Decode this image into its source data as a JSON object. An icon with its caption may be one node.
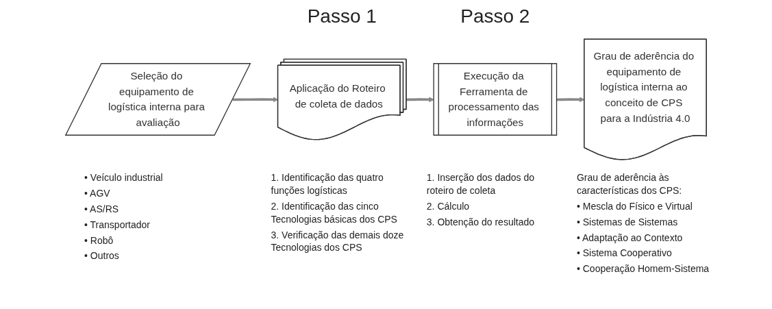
{
  "diagram": {
    "nodes": [
      {
        "text": [
          "Seleção do equipamento de logística interna para avaliação"
        ],
        "beside": [
          "• Veículo industrial",
          "• AGV",
          "• AS/RS",
          "• Transportador",
          "• Robô",
          "• Outros"
        ]
      },
      {
        "text": [
          "Aplicação do Roteiro de coleta de dados"
        ],
        "beside": [
          "1. Identificação das quatro funções logísticas",
          "2. Identificação das cinco Tecnologias básicas dos CPS",
          "3. Verificação das demais doze Tecnologias dos CPS"
        ]
      },
      {
        "text": [
          "Execução da Ferramenta de processamento das informações"
        ],
        "beside": [
          "1. Inserção dos dados do roteiro de coleta",
          "2. Cálculo",
          "3. Obtenção do resultado"
        ]
      },
      {
        "text": [
          "Grau de aderência do equipamento de logística interna ao conceito de CPS para a Indústria 4.0"
        ],
        "beside": [
          "Grau de aderência às características dos CPS:",
          "• Mescla do Físico e Virtual",
          "• Sistemas de Sistemas",
          "• Adaptação ao Contexto",
          "• Sistema Cooperativo",
          "• Cooperação Homem-Sistema"
        ]
      }
    ],
    "edges": [
      {
        "from": 0,
        "to": 1,
        "arrow": "to"
      },
      {
        "from": 1,
        "to": 2,
        "arrow": "to"
      },
      {
        "from": 2,
        "to": 3,
        "arrow": "to"
      }
    ],
    "labels": [
      "Passo 1",
      "Passo 2"
    ]
  }
}
